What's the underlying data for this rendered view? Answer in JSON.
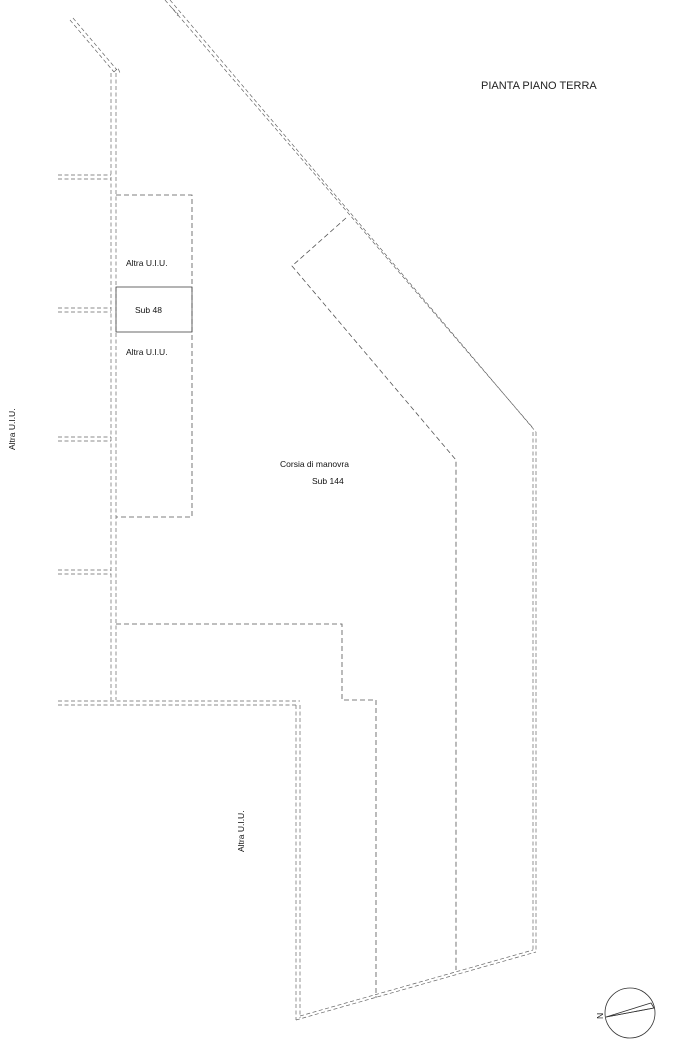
{
  "plan": {
    "title": "PIANTA PIANO TERRA",
    "labels": {
      "altra_upper": "Altra U.I.U.",
      "sub48": "Sub 48",
      "altra_lower": "Altra U.I.U.",
      "corsia": "Corsia di manovra",
      "sub144": "Sub 144",
      "altra_left": "Altra U.I.U.",
      "altra_bottom": "Altra U.I.U."
    },
    "compass": {
      "north": "N"
    }
  }
}
